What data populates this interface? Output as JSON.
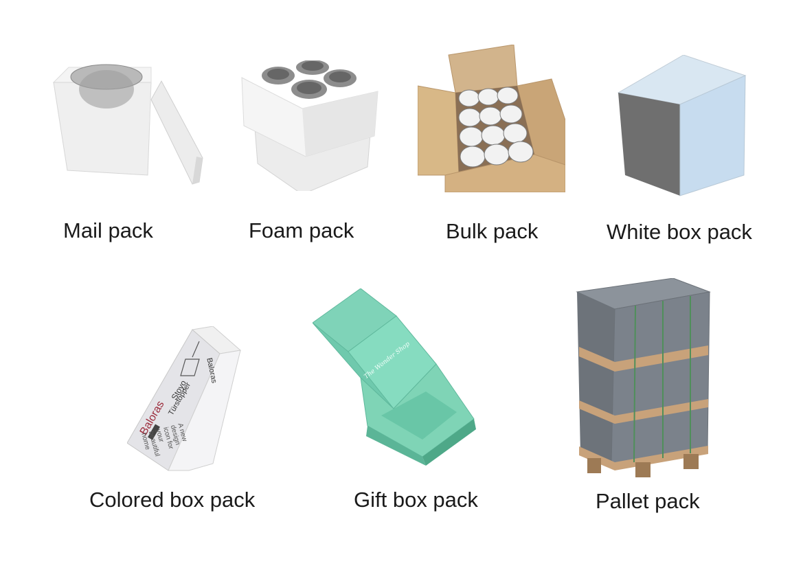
{
  "packs": [
    {
      "label": "Mail pack"
    },
    {
      "label": "Foam pack"
    },
    {
      "label": "Bulk pack"
    },
    {
      "label": "White box pack"
    },
    {
      "label": "Colored box pack",
      "box_text": {
        "brand_side": "Baloras",
        "name": "Stoyo",
        "subtitle": "Türstopper",
        "brand": "Baloras",
        "slogan": [
          "A new",
          "design",
          "icon for",
          "your",
          "beautiful",
          "home"
        ]
      }
    },
    {
      "label": "Gift box pack",
      "lid_text": "The Wonder Shop"
    },
    {
      "label": "Pallet pack"
    }
  ]
}
